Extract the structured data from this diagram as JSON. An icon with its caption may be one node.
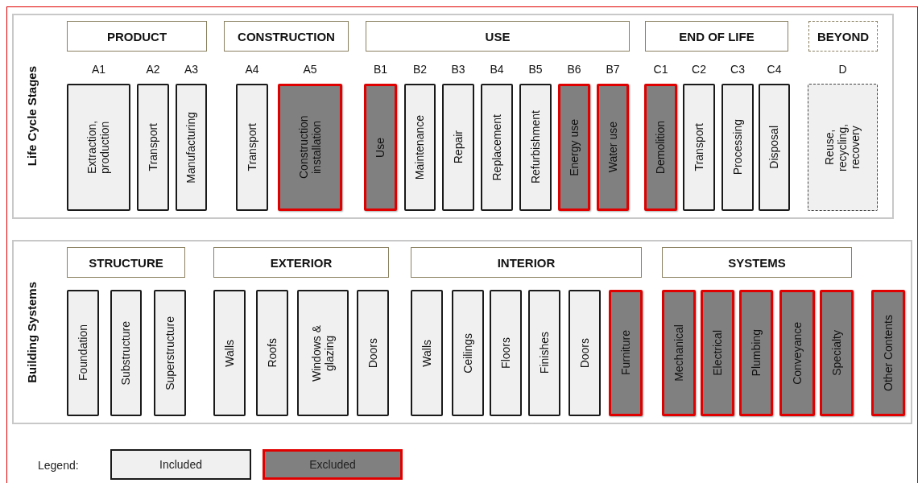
{
  "diagram": {
    "nodes": [
      {
        "text": [
          "Life Cycle Stages"
        ]
      },
      {
        "text": [
          "PRODUCT"
        ],
        "in": 0
      },
      {
        "text": [
          "CONSTRUCTION"
        ],
        "in": 0
      },
      {
        "text": [
          "USE"
        ],
        "in": 0
      },
      {
        "text": [
          "END OF LIFE"
        ],
        "in": 0
      },
      {
        "text": [
          "BEYOND"
        ],
        "in": 0
      },
      {
        "text": [
          "Extraction, production"
        ],
        "in": 0,
        "beside": [
          "A1"
        ]
      },
      {
        "text": [
          "Transport"
        ],
        "in": 0,
        "beside": [
          "A2"
        ]
      },
      {
        "text": [
          "Manufacturing"
        ],
        "in": 0,
        "beside": [
          "A3"
        ]
      },
      {
        "text": [
          "Transport"
        ],
        "in": 0,
        "beside": [
          "A4"
        ]
      },
      {
        "text": [
          "Construction installation"
        ],
        "in": 0,
        "beside": [
          "A5"
        ]
      },
      {
        "text": [
          "Use"
        ],
        "in": 0,
        "beside": [
          "B1"
        ]
      },
      {
        "text": [
          "Maintenance"
        ],
        "in": 0,
        "beside": [
          "B2"
        ]
      },
      {
        "text": [
          "Repair"
        ],
        "in": 0,
        "beside": [
          "B3"
        ]
      },
      {
        "text": [
          "Replacement"
        ],
        "in": 0,
        "beside": [
          "B4"
        ]
      },
      {
        "text": [
          "Refurbishment"
        ],
        "in": 0,
        "beside": [
          "B5"
        ]
      },
      {
        "text": [
          "Energy use"
        ],
        "in": 0,
        "beside": [
          "B6"
        ]
      },
      {
        "text": [
          "Water use"
        ],
        "in": 0,
        "beside": [
          "B7"
        ]
      },
      {
        "text": [
          "Demolition"
        ],
        "in": 0,
        "beside": [
          "C1"
        ]
      },
      {
        "text": [
          "Transport"
        ],
        "in": 0,
        "beside": [
          "C2"
        ]
      },
      {
        "text": [
          "Processing"
        ],
        "in": 0,
        "beside": [
          "C3"
        ]
      },
      {
        "text": [
          "Disposal"
        ],
        "in": 0,
        "beside": [
          "C4"
        ]
      },
      {
        "text": [
          "Reuse, recycling, recovery"
        ],
        "in": 0,
        "beside": [
          "D"
        ]
      },
      {
        "text": [
          "Building Systems"
        ]
      },
      {
        "text": [
          "STRUCTURE"
        ],
        "in": 23
      },
      {
        "text": [
          "EXTERIOR"
        ],
        "in": 23
      },
      {
        "text": [
          "INTERIOR"
        ],
        "in": 23
      },
      {
        "text": [
          "SYSTEMS"
        ],
        "in": 23
      },
      {
        "text": [
          "Foundation"
        ],
        "in": 23
      },
      {
        "text": [
          "Substructure"
        ],
        "in": 23
      },
      {
        "text": [
          "Superstructure"
        ],
        "in": 23
      },
      {
        "text": [
          "Walls"
        ],
        "in": 23
      },
      {
        "text": [
          "Roofs"
        ],
        "in": 23
      },
      {
        "text": [
          "Windows & glazing"
        ],
        "in": 23
      },
      {
        "text": [
          "Doors"
        ],
        "in": 23
      },
      {
        "text": [
          "Walls"
        ],
        "in": 23
      },
      {
        "text": [
          "Ceilings"
        ],
        "in": 23
      },
      {
        "text": [
          "Floors"
        ],
        "in": 23
      },
      {
        "text": [
          "Finishes"
        ],
        "in": 23
      },
      {
        "text": [
          "Doors"
        ],
        "in": 23
      },
      {
        "text": [
          "Furniture"
        ],
        "in": 23
      },
      {
        "text": [
          "Mechanical"
        ],
        "in": 23
      },
      {
        "text": [
          "Electrical"
        ],
        "in": 23
      },
      {
        "text": [
          "Plumbing"
        ],
        "in": 23
      },
      {
        "text": [
          "Conveyance"
        ],
        "in": 23
      },
      {
        "text": [
          "Specialty"
        ],
        "in": 23
      },
      {
        "text": [
          "Other Contents"
        ],
        "in": 23
      }
    ],
    "labels": [
      "Legend:"
    ],
    "legend": [
      {
        "text": "Included",
        "color": "#f0f0f0"
      },
      {
        "text": "Excluded",
        "color": "#808080"
      }
    ]
  }
}
